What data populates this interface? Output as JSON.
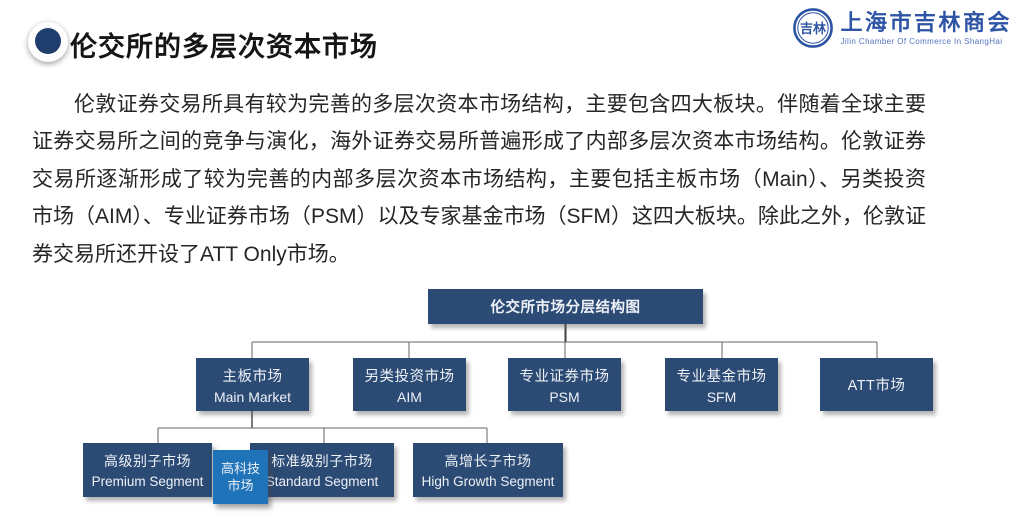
{
  "slide": {
    "title": "伦交所的多层次资本市场",
    "logo": {
      "seal_text": "吉林",
      "org_name": "上海市吉林商会",
      "org_name_en": "Jilin Chamber Of Commerce In ShangHai"
    },
    "paragraph": "伦敦证券交易所具有较为完善的多层次资本市场结构，主要包含四大板块。伴随着全球主要证券交易所之间的竞争与演化，海外证券交易所普遍形成了内部多层次资本市场结构。伦敦证券交易所逐渐形成了较为完善的内部多层次资本市场结构，主要包括主板市场（Main）、另类投资市场（AIM）、专业证券市场（PSM）以及专家基金市场（SFM）这四大板块。除此之外，伦敦证券交易所还开设了ATT Only市场。"
  },
  "diagram": {
    "root": {
      "label": "伦交所市场分层结构图"
    },
    "level2": [
      {
        "zh": "主板市场",
        "en": "Main Market"
      },
      {
        "zh": "另类投资市场",
        "en": "AIM"
      },
      {
        "zh": "专业证券市场",
        "en": "PSM"
      },
      {
        "zh": "专业基金市场",
        "en": "SFM"
      },
      {
        "zh": "ATT市场",
        "en": ""
      }
    ],
    "level3": [
      {
        "zh": "高级别子市场",
        "en": "Premium Segment"
      },
      {
        "zh": "标准级别子市场",
        "en": "Standard Segment"
      },
      {
        "zh": "高增长子市场",
        "en": "High Growth Segment"
      }
    ],
    "highlight": {
      "zh_line1": "高科技",
      "zh_line2": "市场"
    }
  },
  "colors": {
    "box_navy": "#2b4a74",
    "box_bright_blue": "#1e73b9",
    "bullet_navy": "#1f3e6d",
    "logo_blue": "#2e54a5",
    "connector": "#666666"
  }
}
